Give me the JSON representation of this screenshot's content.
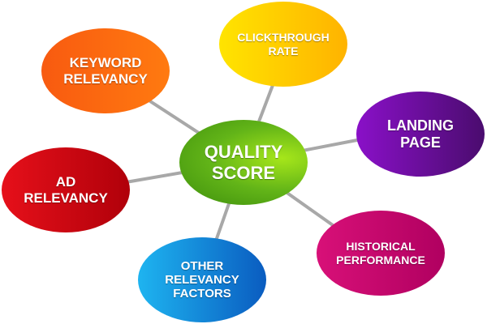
{
  "center": {
    "label": "QUALITY\nSCORE",
    "color": "#62b418"
  },
  "factors": [
    {
      "label": "KEYWORD\nRELEVANCY",
      "color": "#f96a10"
    },
    {
      "label": "CLICKTHROUGH\nRATE",
      "color": "#ffc800"
    },
    {
      "label": "LANDING\nPAGE",
      "color": "#6a0ea0"
    },
    {
      "label": "HISTORICAL\nPERFORMANCE",
      "color": "#c80a6c"
    },
    {
      "label": "OTHER\nRELEVANCY\nFACTORS",
      "color": "#1488dc"
    },
    {
      "label": "AD\nRELEVANCY",
      "color": "#d00812"
    }
  ],
  "connector_color": "#a8a8a8"
}
